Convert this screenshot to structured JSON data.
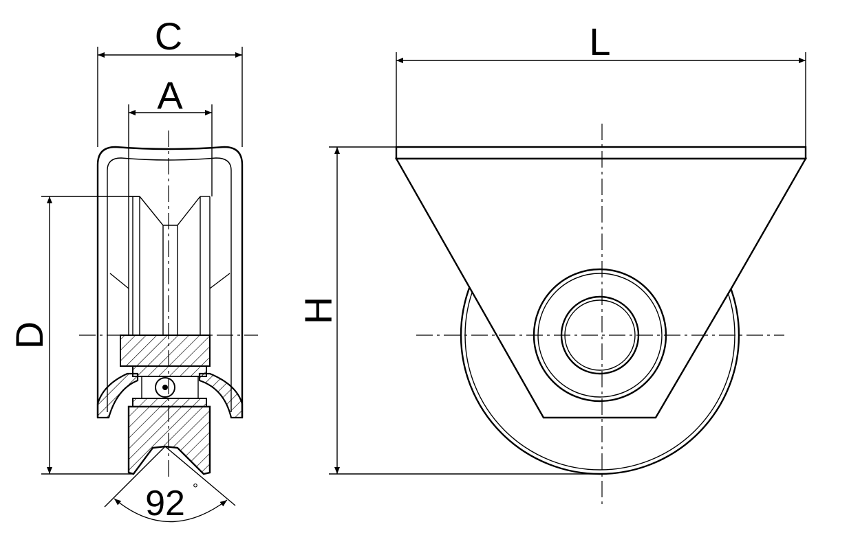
{
  "dimensions": {
    "C": "C",
    "A": "A",
    "D": "D",
    "H": "H",
    "L": "L"
  },
  "angle": {
    "value": "92",
    "unit": "°"
  },
  "colors": {
    "line": "#000000",
    "background": "#ffffff"
  }
}
